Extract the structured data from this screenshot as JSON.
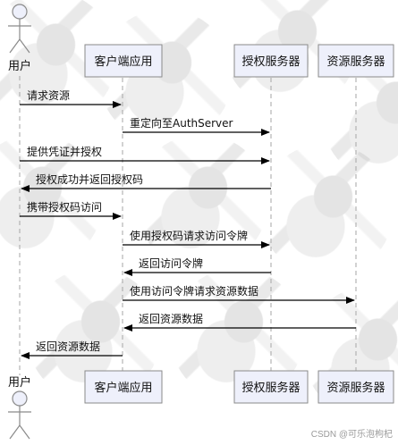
{
  "participants": {
    "user": "用户",
    "client": "客户端应用",
    "auth": "授权服务器",
    "resource": "资源服务器"
  },
  "messages": [
    {
      "from": "user",
      "to": "client",
      "label": "请求资源"
    },
    {
      "from": "client",
      "to": "auth",
      "label": "重定向至AuthServer"
    },
    {
      "from": "user",
      "to": "auth",
      "label": "提供凭证并授权"
    },
    {
      "from": "auth",
      "to": "user",
      "label": "授权成功并返回授权码"
    },
    {
      "from": "user",
      "to": "client",
      "label": "携带授权码访问"
    },
    {
      "from": "client",
      "to": "auth",
      "label": "使用授权码请求访问令牌"
    },
    {
      "from": "auth",
      "to": "client",
      "label": "返回访问令牌"
    },
    {
      "from": "client",
      "to": "resource",
      "label": "使用访问令牌请求资源数据"
    },
    {
      "from": "resource",
      "to": "client",
      "label": "返回资源数据"
    },
    {
      "from": "client",
      "to": "user",
      "label": "返回资源数据"
    }
  ],
  "footer": "CSDN @可乐泡枸杞"
}
